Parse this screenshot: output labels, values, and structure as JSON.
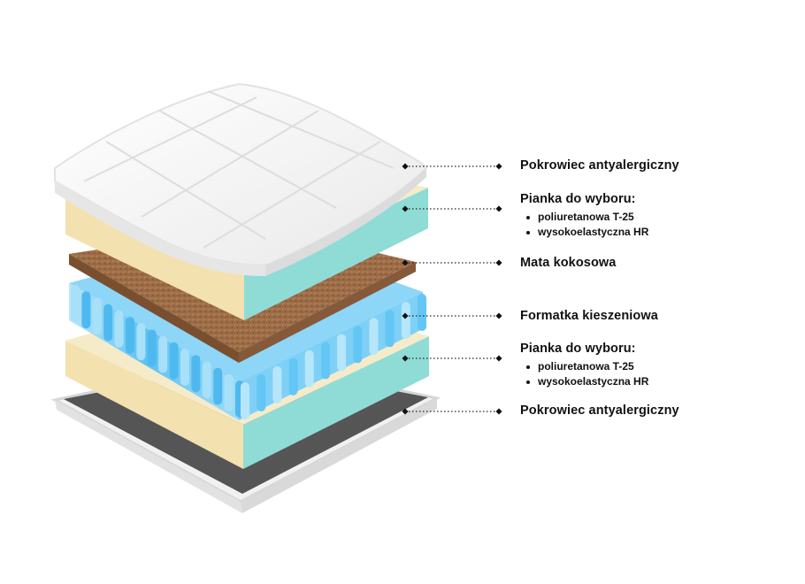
{
  "layers": [
    {
      "id": "cover-top",
      "title": "Pokrowiec antyalergiczny",
      "options": []
    },
    {
      "id": "foam-top",
      "title": "Pianka do wyboru:",
      "options": [
        "poliuretanowa T-25",
        "wysokoelastyczna HR"
      ]
    },
    {
      "id": "coconut-mat",
      "title": "Mata kokosowa",
      "options": []
    },
    {
      "id": "pocket-springs",
      "title": "Formatka kieszeniowa",
      "options": []
    },
    {
      "id": "foam-bottom",
      "title": "Pianka do wyboru:",
      "options": [
        "poliuretanowa T-25",
        "wysokoelastyczna HR"
      ]
    },
    {
      "id": "cover-bottom",
      "title": "Pokrowiec antyalergiczny",
      "options": []
    }
  ],
  "colors": {
    "foam_top_face": "#f2e2b6",
    "foam_side_left": "#f3e1b0",
    "foam_side_right": "#8fdcd6",
    "coconut": "#9a6a44",
    "springs": "#6ecbf5",
    "cover_bottom": "#555555",
    "cover_top": "#f4f4f4"
  }
}
